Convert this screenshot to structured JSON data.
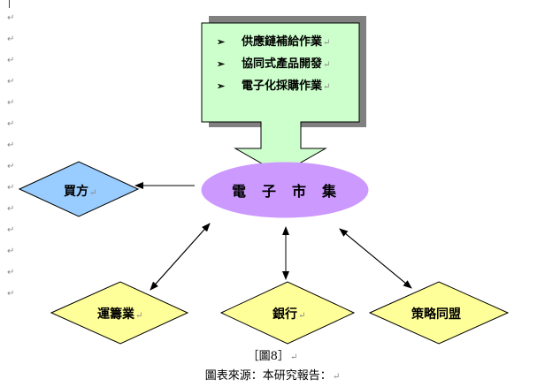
{
  "left_margin": {
    "paragraph_mark": "↵",
    "mark_count": 14
  },
  "callout": {
    "bullet_glyph": "➢",
    "items": [
      "供應鏈補給作業",
      "協同式產品開發",
      "電子化採購作業"
    ],
    "fill": "#ccffcc",
    "shadow": "#808080"
  },
  "nodes": {
    "market": {
      "label": "電子市集",
      "fill": "#cc99ff"
    },
    "buyer": {
      "label": "買方",
      "fill": "#99ccff"
    },
    "logistics": {
      "label": "運籌業",
      "fill": "#ffff99"
    },
    "bank": {
      "label": "銀行",
      "fill": "#ffff99"
    },
    "alliance": {
      "label": "策略同盟",
      "fill": "#ffff99"
    }
  },
  "caption": {
    "figure": "［圖8］",
    "source": "圖表來源：本研究報告："
  }
}
